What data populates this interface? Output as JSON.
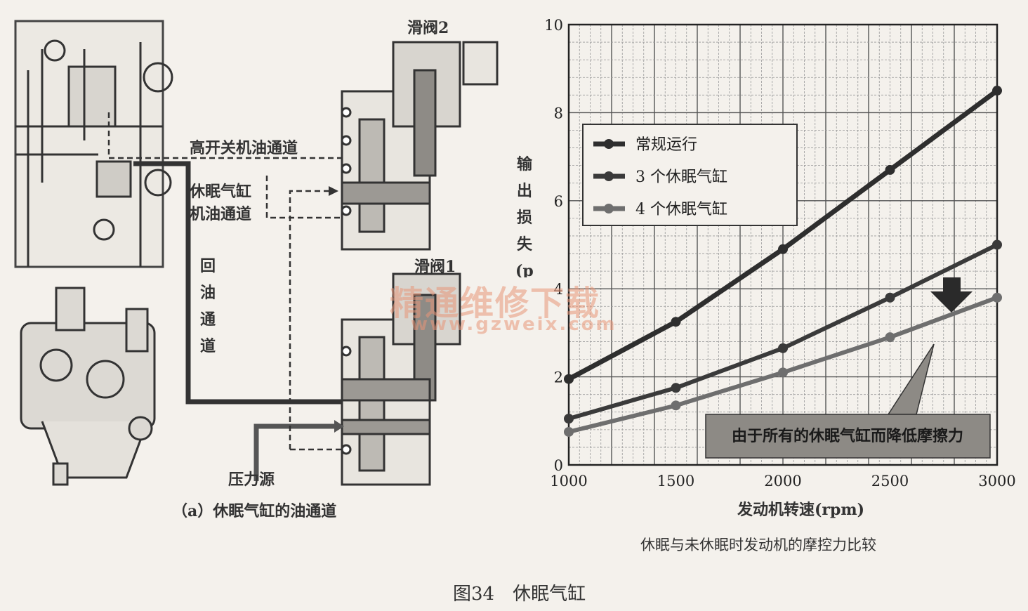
{
  "diagram": {
    "valve2_label": "滑阀2",
    "valve1_label": "滑阀1",
    "high_off_channel": "高开关机油通道",
    "sleep_channel_line1": "休眠气缸",
    "sleep_channel_line2": "机油通道",
    "return_channel": "回油通道",
    "pressure_source": "压力源",
    "caption": "（a）休眠气缸的油通道"
  },
  "chart_data": {
    "type": "line",
    "x": [
      1000,
      1500,
      2000,
      2500,
      3000
    ],
    "xlabel": "发动机转速(rpm)",
    "ylabel": "输出损失(ps)",
    "xlim": [
      1000,
      3000
    ],
    "ylim": [
      0,
      10
    ],
    "xticks": [
      "1000",
      "1500",
      "2000",
      "2500",
      "3000"
    ],
    "yticks": [
      "0",
      "2",
      "4",
      "6",
      "8",
      "10"
    ],
    "grid": true,
    "legend_position": "top-left",
    "series": [
      {
        "name": "常规运行",
        "values": [
          1.95,
          3.25,
          4.9,
          6.7,
          8.5
        ],
        "color": "#2e2e2e"
      },
      {
        "name": "3 个休眠气缸",
        "values": [
          1.05,
          1.75,
          2.65,
          3.8,
          5.0
        ],
        "color": "#3a3a3a"
      },
      {
        "name": "4  个休眠气缸",
        "values": [
          0.75,
          1.35,
          2.1,
          2.9,
          3.8
        ],
        "color": "#6e6e6e"
      }
    ],
    "annotation": "由于所有的休眠气缸而降低摩擦力",
    "subtitle": "休眠与未休眠时发动机的摩控力比较"
  },
  "figure_caption": "图34　休眠气缸",
  "watermark": {
    "text": "精通维修下载",
    "url": "www.gzweix.com"
  }
}
